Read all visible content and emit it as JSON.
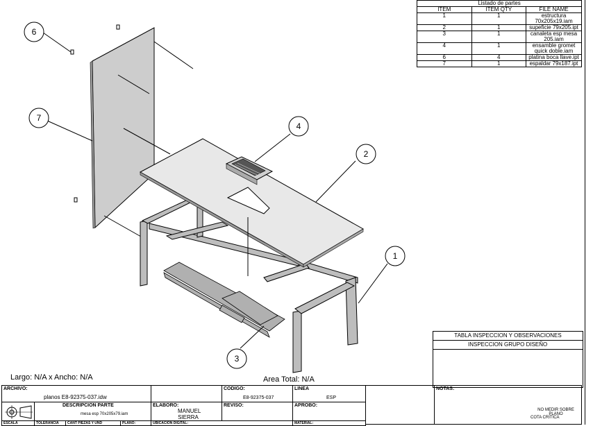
{
  "parts_list": {
    "title": "Listado de partes",
    "headers": [
      "ITEM",
      "ITEM QTY",
      "FILE NAME"
    ],
    "rows": [
      {
        "item": "1",
        "qty": "1",
        "file": "estructura 70x205x19.iam"
      },
      {
        "item": "2",
        "qty": "1",
        "file": "supeficie 79x205.ipt"
      },
      {
        "item": "3",
        "qty": "1",
        "file": "canaleta esp mesa 205.iam"
      },
      {
        "item": "4",
        "qty": "1",
        "file": "ensamble gromet quick doble.iam"
      },
      {
        "item": "6",
        "qty": "4",
        "file": "platina boca llave.ipt"
      },
      {
        "item": "7",
        "qty": "1",
        "file": "espaldar 79x187.ipt"
      }
    ]
  },
  "balloons": [
    "6",
    "7",
    "4",
    "2",
    "1",
    "3"
  ],
  "dimensions": {
    "largo_ancho": "Largo: N/A x Ancho: N/A",
    "area_total": "Area Total: N/A"
  },
  "inspection": {
    "title": "TABLA INSPECCION Y OBSERVACIONES",
    "subtitle": "INSPECCION GRUPO DISEÑO"
  },
  "title_block": {
    "archivo_label": "ARCHIVO:",
    "archivo_value": "planos E8-92375-037.idw",
    "codigo_label": "CODIGO:",
    "codigo_value": "E8-92375-037",
    "linea_label": "LINEA",
    "linea_value": "ESP",
    "notas_label": "NOTAS:",
    "descripcion_label": "DESCRIPCION PARTE",
    "descripcion_value": "mesa esp 70x205x79.iam",
    "elaboro_label": "ELABORO:",
    "elaboro_value": "MANUEL SIERRA",
    "aprobo_label": "APROBO:",
    "reviso_label": "REVISO:",
    "escala_label": "ESCALA",
    "tolerancia_label": "TOLERANCIA",
    "cant_label": "CANT PIEZAS Y UND",
    "plano_label": "PLANO:",
    "ubicacion_label": "UBICACION DIGITAL:",
    "material_label": "MATERIAL:",
    "note1": "NO MEDIR SOBRE PLANO",
    "note2": "COTA CRITICA"
  },
  "colors": {
    "panel": "#c8c8c8",
    "top": "#e6e6e6",
    "frame": "#b4b4b4",
    "line": "#000000"
  }
}
